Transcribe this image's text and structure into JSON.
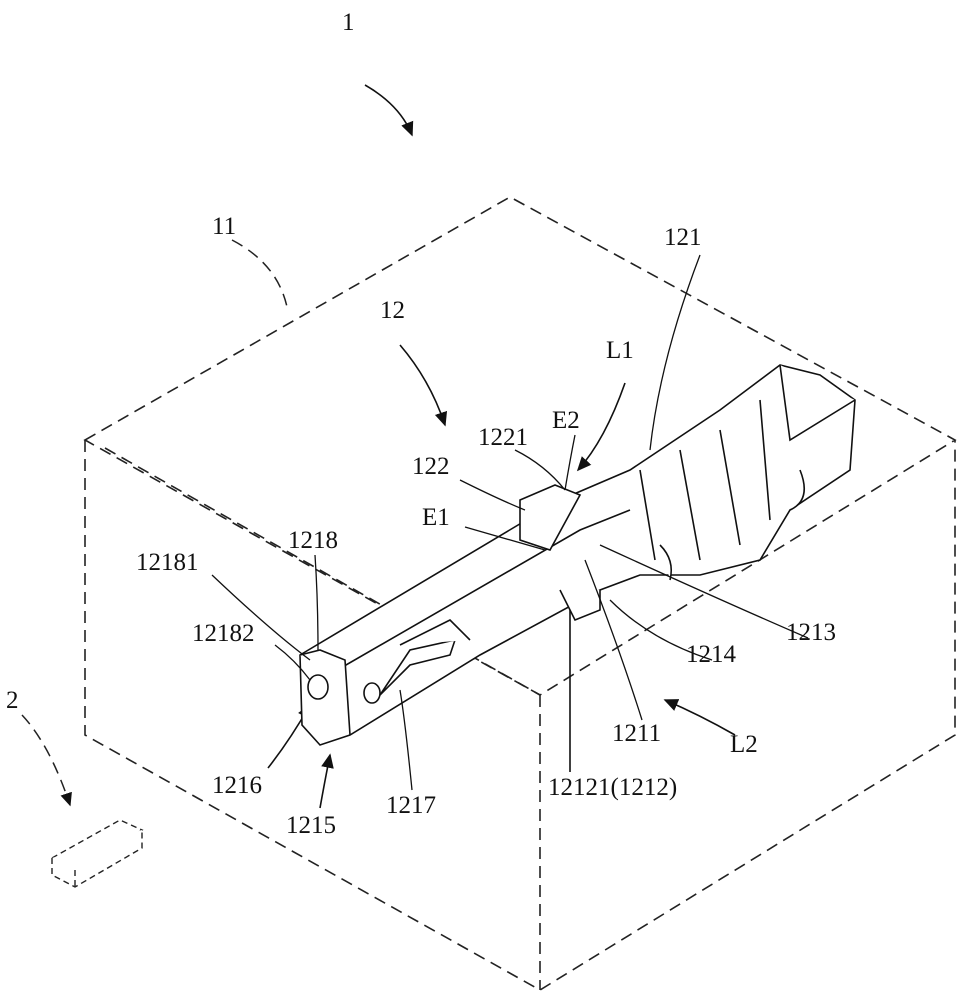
{
  "figure": {
    "labels": {
      "assembly": "1",
      "housing": "11",
      "terminal": "12",
      "body": "121",
      "l1": "L1",
      "l2": "L2",
      "part1221": "1221",
      "e2": "E2",
      "part122": "122",
      "e1": "E1",
      "part1218": "1218",
      "part12181": "12181",
      "part12182": "12182",
      "part1213": "1213",
      "part1214": "1214",
      "part1211": "1211",
      "part12121": "12121(1212)",
      "part1216": "1216",
      "part1217": "1217",
      "part1215": "1215",
      "component2": "2"
    }
  }
}
